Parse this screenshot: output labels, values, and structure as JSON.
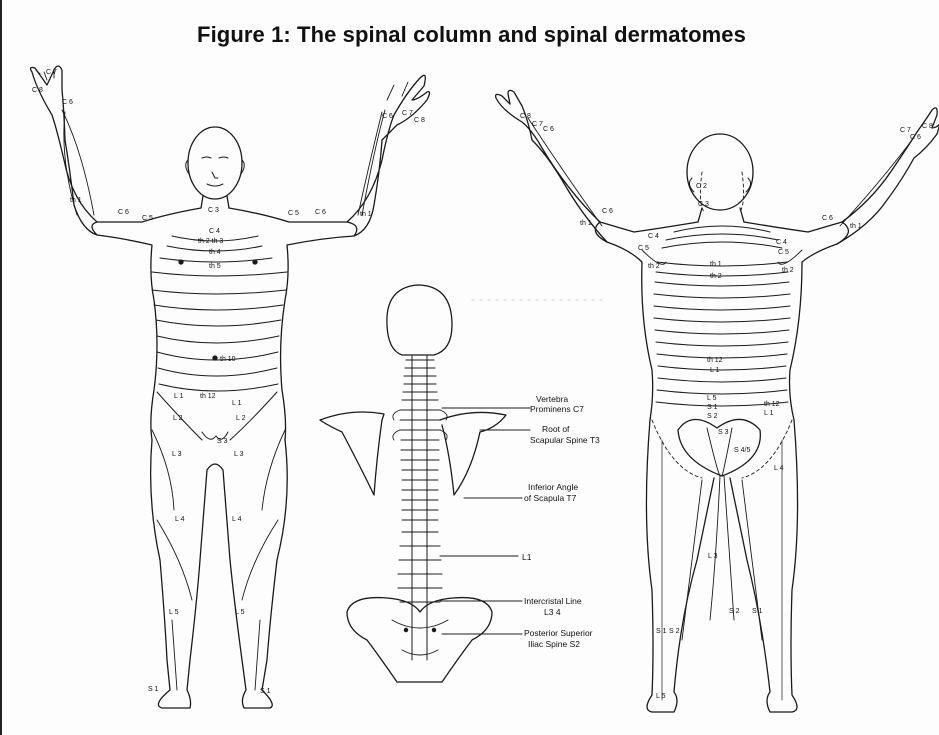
{
  "title": "Figure 1: The spinal column and spinal dermatomes",
  "front_figure": {
    "labels": {
      "c8_left_hand": "C 8",
      "c7_left_hand": "C 7",
      "c6_left_hand": "C 6",
      "c7_right_hand": "C 7",
      "c6_right_hand": "C 6",
      "c8_right_hand": "C 8",
      "th1_left": "th 1",
      "th1_right": "th 1",
      "c6_left_arm": "C 6",
      "c5_left_arm": "C 5",
      "c5_right_arm": "C 5",
      "c6_right_arm": "C 6",
      "c3": "C 3",
      "c4": "C 4",
      "th2_th3": "th 2  th 3",
      "th4": "th 4",
      "th5": "th 5",
      "th10": "th 10",
      "th12": "th 12",
      "l1_left": "L 1",
      "l1_right": "L 1",
      "l2_left": "L 2",
      "l2_right": "L 2",
      "s3": "S 3",
      "l3_left": "L 3",
      "l3_right": "L 3",
      "l4_left": "L 4",
      "l4_right": "L 4",
      "l5_left": "L 5",
      "l5_right": "L 5",
      "s1_left": "S 1",
      "s1_right": "S 1"
    }
  },
  "spine_figure": {
    "annotations": {
      "vertebra_prominens": [
        "Vertebra",
        "Prominens  C7"
      ],
      "scapular_spine": [
        "Root of",
        "Scapular Spine  T3"
      ],
      "inferior_angle": [
        "Inferior Angle",
        "of Scapula  T7"
      ],
      "l1": [
        "L1"
      ],
      "intercristal": [
        "Intercristal Line",
        "L3 4"
      ],
      "posterior_iliac": [
        "Posterior Superior",
        "Iliac Spine  S2"
      ]
    }
  },
  "back_figure": {
    "labels": {
      "c8_left": "C 8",
      "c7_left": "C 7",
      "c6_left": "C 6",
      "c7_right": "C 7",
      "c6_right": "C 6",
      "c8_right": "C 8",
      "th1_left": "th 1",
      "th1_right": "th 1",
      "c6_left_arm": "C 6",
      "c6_right_arm": "C 6",
      "c4_left": "C 4",
      "c4_right": "C 4",
      "c5_left": "C 5",
      "c5_right": "C 5",
      "c2": "C 2",
      "c3": "C 3",
      "th2_left": "th 2",
      "th2_right": "th 2",
      "th1_center": "th 1",
      "th2_center": "th 2",
      "th12": "th 12",
      "l1": "L 1",
      "th12_side": "th 12",
      "l1_side": "L 1",
      "l5": "L 5",
      "s1": "S 1",
      "s2": "S 2",
      "s3": "S 3",
      "s45": "S 4/5",
      "l4": "L 4",
      "l3": "L 3",
      "s2_leg_left": "S 2",
      "s1_leg_left": "S 1",
      "s2_leg_right": "S 2",
      "s1_leg_right": "S 1",
      "l5_foot": "L 5"
    }
  }
}
